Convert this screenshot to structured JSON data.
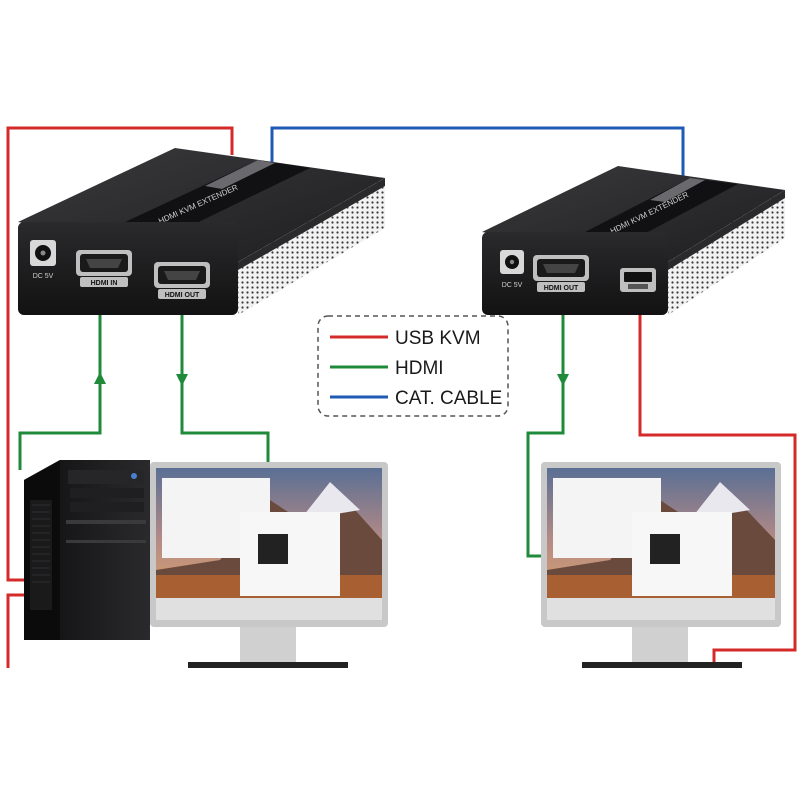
{
  "colors": {
    "usb_kvm": "#d42a2a",
    "hdmi": "#1f8a3a",
    "cat_cable": "#1f5bb5",
    "device_body": "#1c1c1e",
    "device_top": "#2b2b2e",
    "port_bezel": "#cfcfcf"
  },
  "transmitter": {
    "dc_label": "DC 5V",
    "port_in_label": "HDMI IN",
    "port_out_label": "HDMI OUT"
  },
  "receiver": {
    "dc_label": "DC 5V",
    "port_out_label": "HDMI OUT"
  },
  "legend": {
    "items": [
      {
        "label": "USB KVM",
        "color": "#d42a2a"
      },
      {
        "label": "HDMI",
        "color": "#1f8a3a"
      },
      {
        "label": "CAT. CABLE",
        "color": "#1f5bb5"
      }
    ]
  },
  "icons": [
    "arrow-up-icon",
    "arrow-down-icon",
    "usb-port-icon",
    "hdmi-port-icon",
    "dc-jack-icon"
  ]
}
